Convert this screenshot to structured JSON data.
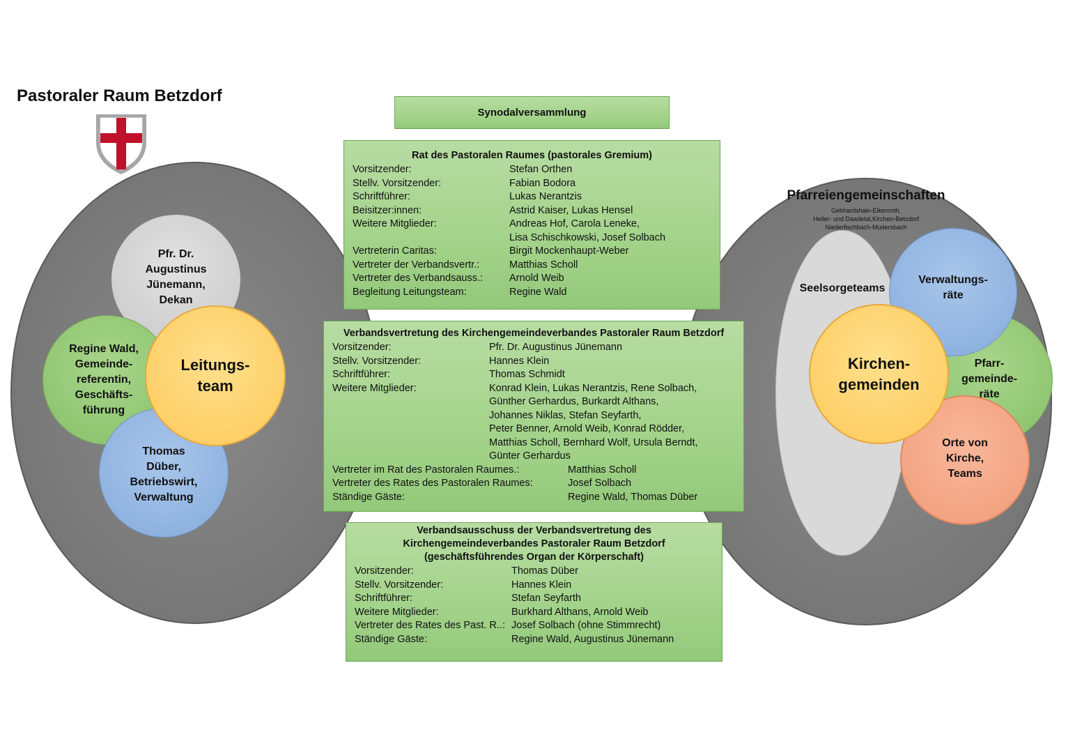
{
  "title": "Pastoraler Raum Betzdorf",
  "logo": {
    "type": "shield-with-red-cross",
    "colors": {
      "cross": "#c0102a",
      "field": "#ffffff",
      "border": "#a6a6a6"
    }
  },
  "left": {
    "circles": {
      "pfarrer": [
        "Pfr. Dr.",
        "Augustinus",
        "Jünemann,",
        "Dekan"
      ],
      "wald": [
        "Regine Wald,",
        "Gemeinde-",
        "referentin,",
        "Geschäfts-",
        "führung"
      ],
      "dueber": [
        "Thomas",
        "Düber,",
        "Betriebswirt,",
        "Verwaltung"
      ],
      "leitung": [
        "Leitungs-",
        "team"
      ]
    }
  },
  "right": {
    "title": "Pfarreiengemeinschaften",
    "subtitle": [
      "Gebhardshain-Elkenroth,",
      "Heller- und Daadetal,Kirchen-Betzdorf",
      "Niederfischbach-Mudersbach"
    ],
    "seelsorge": "Seelsorgeteams",
    "verwaltung": [
      "Verwaltungs-",
      "räte"
    ],
    "pfarrgemeinde": [
      "Pfarr-",
      "gemeinde-",
      "räte"
    ],
    "kirchengemeinden": [
      "Kirchen-",
      "gemeinden"
    ],
    "orte": [
      "Orte von",
      "Kirche,",
      "Teams"
    ]
  },
  "synodal": "Synodalversammlung",
  "rat": {
    "title": "Rat des Pastoralen Raumes (pastorales Gremium)",
    "rows": [
      [
        "Vorsitzender:",
        "Stefan Orthen"
      ],
      [
        "Stellv. Vorsitzender:",
        "Fabian Bodora"
      ],
      [
        "Schriftführer:",
        "Lukas Nerantzis"
      ],
      [
        "Beisitzer:innen:",
        "Astrid Kaiser, Lukas Hensel"
      ],
      [
        "Weitere Mitglieder:",
        "Andreas Hof, Carola Leneke,"
      ],
      [
        "",
        "Lisa Schischkowski, Josef Solbach"
      ],
      [
        "Vertreterin Caritas:",
        "Birgit Mockenhaupt-Weber"
      ],
      [
        "Vertreter der Verbandsvertr.:",
        "Matthias Scholl"
      ],
      [
        "Vertreter des Verbandsauss.:",
        "Arnold Weib"
      ],
      [
        "Begleitung Leitungsteam:",
        "Regine Wald"
      ]
    ]
  },
  "verbandsvertretung": {
    "title": "Verbandsvertretung des Kirchengemeindeverbandes Pastoraler Raum Betzdorf",
    "rows": [
      [
        "Vorsitzender:",
        "Pfr. Dr. Augustinus Jünemann"
      ],
      [
        "Stellv. Vorsitzender:",
        "Hannes Klein"
      ],
      [
        "Schriftführer:",
        "Thomas Schmidt"
      ],
      [
        "Weitere Mitglieder:",
        "Konrad Klein, Lukas Nerantzis, Rene Solbach,"
      ],
      [
        "",
        "Günther Gerhardus, Burkardt Althans,"
      ],
      [
        "",
        "Johannes Niklas, Stefan Seyfarth,"
      ],
      [
        "",
        "Peter Benner, Arnold Weib, Konrad Rödder,"
      ],
      [
        "",
        "Matthias Scholl, Bernhard Wolf, Ursula Berndt,"
      ],
      [
        "",
        "Günter Gerhardus"
      ]
    ],
    "rows2": [
      [
        "Vertreter im Rat des Pastoralen Raumes.:",
        "Matthias Scholl"
      ],
      [
        "Vertreter des Rates des Pastoralen Raumes:",
        "Josef Solbach"
      ],
      [
        "Ständige Gäste:",
        "Regine Wald, Thomas Düber"
      ]
    ]
  },
  "ausschuss": {
    "title": [
      "Verbandsausschuss der Verbandsvertretung des",
      "Kirchengemeindeverbandes Pastoraler Raum Betzdorf",
      "(geschäftsführendes Organ der Körperschaft)"
    ],
    "rows": [
      [
        "Vorsitzender:",
        "Thomas Düber"
      ],
      [
        "Stellv. Vorsitzender:",
        "Hannes Klein"
      ],
      [
        "Schriftführer:",
        "Stefan Seyfarth"
      ],
      [
        "Weitere Mitglieder:",
        "Burkhard Althans, Arnold Weib"
      ],
      [
        "Vertreter des Rates des Past. R..:",
        "Josef Solbach (ohne Stimmrecht)"
      ],
      [
        "Ständige Gäste:",
        "Regine Wald, Augustinus Jünemann"
      ]
    ]
  }
}
